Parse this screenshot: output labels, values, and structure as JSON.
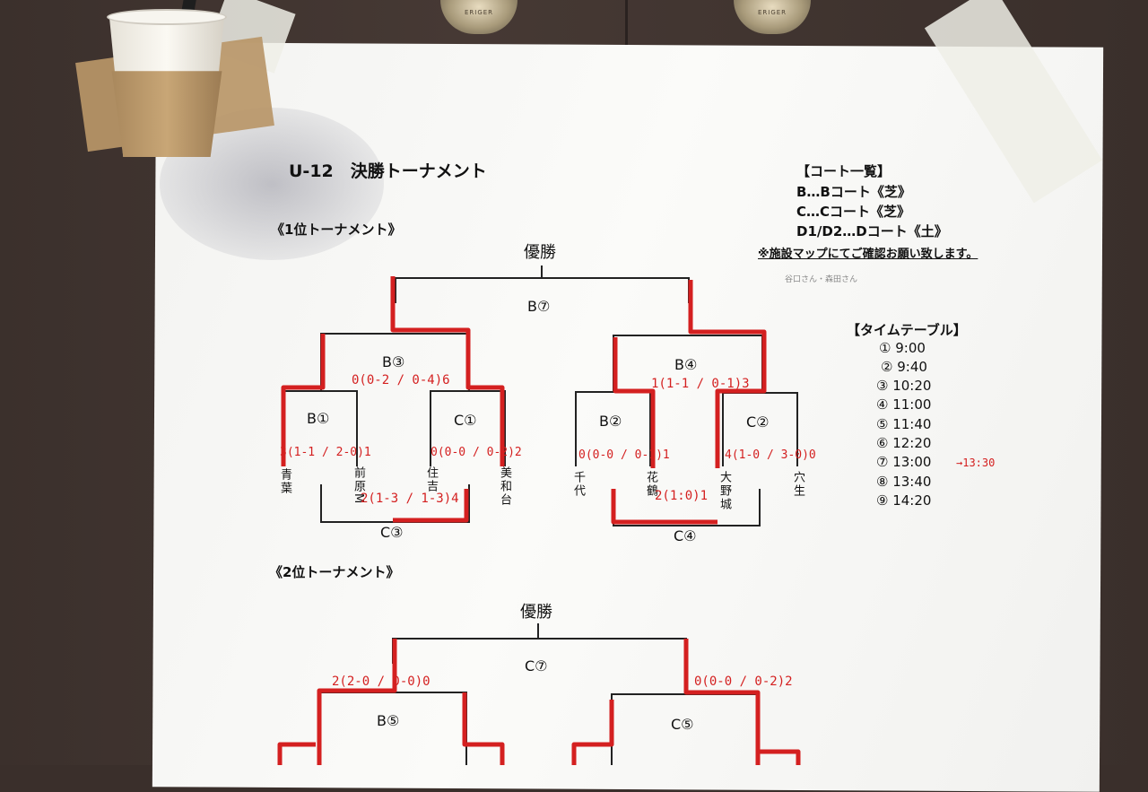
{
  "title": "U-12　決勝トーナメント",
  "first_section": "《1位トーナメント》",
  "second_section": "《2位トーナメント》",
  "champion": "優勝",
  "court_list": {
    "heading": "【コート一覧】",
    "lines": [
      "B…Bコート《芝》",
      "C…Cコート《芝》",
      "D1/D2…Dコート《土》"
    ],
    "note": "※施設マップにてご確認お願い致します。"
  },
  "timetable": {
    "heading": "【タイムテーブル】",
    "items": [
      "①  9:00",
      "② 9:40",
      "③ 10:20",
      "④ 11:00",
      "⑤ 11:40",
      "⑥ 12:20",
      "⑦ 13:00",
      "⑧ 13:40",
      "⑨ 14:20"
    ],
    "handwritten_change": "→13:30"
  },
  "first": {
    "final": "B⑦",
    "semi_left": "B③",
    "semi_right": "B④",
    "q1": "B①",
    "q2": "C①",
    "q3": "B②",
    "q4": "C②",
    "third_left": "C③",
    "third_right": "C④",
    "teams": [
      "青葉",
      "前原M",
      "住吉",
      "美和台",
      "千代",
      "花鶴",
      "大野城",
      "穴生"
    ],
    "scores": {
      "semi_left": "0(0-2 / 0-4)6",
      "semi_right": "1(1-1 / 0-1)3",
      "q1": "3(1-1 / 2-0)1",
      "q2": "0(0-0 / 0-2)2",
      "q3": "0(0-0 / 0-1)1",
      "q4": "4(1-0 / 3-0)0",
      "third_left": "2(1-3 / 1-3)4",
      "third_right": "2(1:0)1"
    }
  },
  "second": {
    "final": "C⑦",
    "semi_left": "B⑤",
    "semi_right": "C⑤",
    "scores": {
      "left_top": "2(2-0 / 0-0)0",
      "right_top": "0(0-0 / 0-2)2"
    }
  },
  "pencil_note": "谷口さん・森田さん",
  "colors": {
    "ink": "#111111",
    "marker": "#d42020"
  }
}
